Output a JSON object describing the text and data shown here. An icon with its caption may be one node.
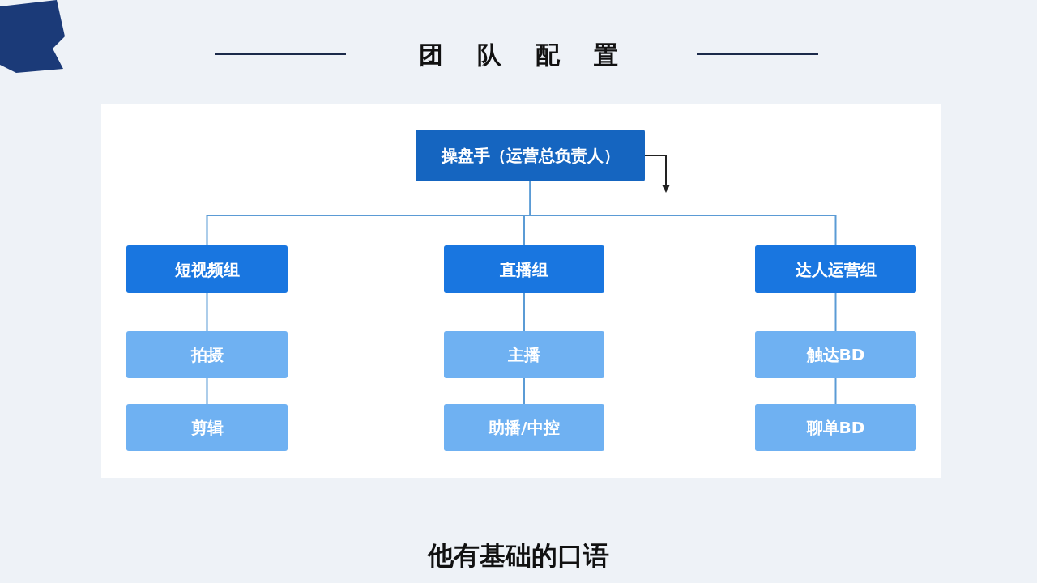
{
  "diagram": {
    "title": "团队配置",
    "caption": "他有基础的口语",
    "nodes": [
      {
        "text": [
          "操盘手（运营总负责人）"
        ]
      },
      {
        "text": [
          "短视频组"
        ]
      },
      {
        "text": [
          "直播组"
        ]
      },
      {
        "text": [
          "达人运营组"
        ]
      },
      {
        "text": [
          "拍摄"
        ]
      },
      {
        "text": [
          "剪辑"
        ]
      },
      {
        "text": [
          "主播"
        ]
      },
      {
        "text": [
          "助播/中控"
        ]
      },
      {
        "text": [
          "触达BD"
        ]
      },
      {
        "text": [
          "聊单BD"
        ]
      }
    ],
    "edges": [
      {
        "from": 0,
        "to": 1,
        "arrow": "none"
      },
      {
        "from": 0,
        "to": 2,
        "arrow": "none"
      },
      {
        "from": 0,
        "to": 3,
        "arrow": "none"
      },
      {
        "from": 1,
        "to": 4,
        "arrow": "none"
      },
      {
        "from": 4,
        "to": 5,
        "arrow": "none"
      },
      {
        "from": 2,
        "to": 6,
        "arrow": "none"
      },
      {
        "from": 6,
        "to": 7,
        "arrow": "none"
      },
      {
        "from": 3,
        "to": 8,
        "arrow": "none"
      },
      {
        "from": 8,
        "to": 9,
        "arrow": "none"
      },
      {
        "from": 0,
        "to": null,
        "arrow": "to",
        "color": "#222222"
      }
    ]
  }
}
